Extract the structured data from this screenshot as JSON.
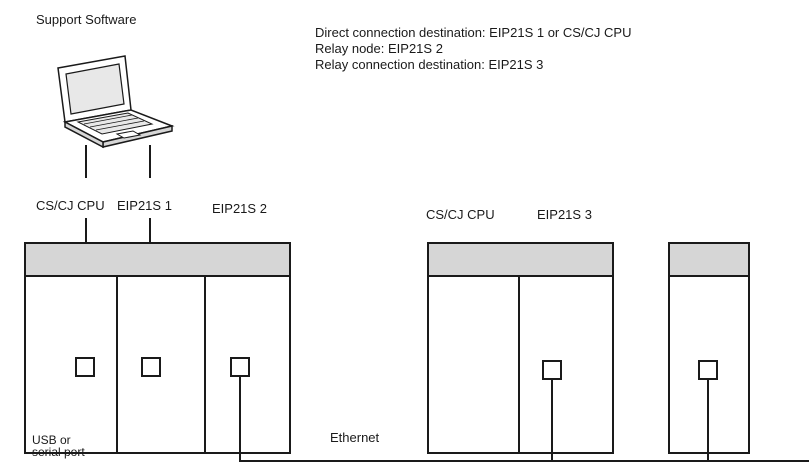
{
  "labels": {
    "support_software": "Support Software",
    "cs_cj_cpu_left": "CS/CJ CPU",
    "eip21s_1": "EIP21S 1",
    "eip21s_2": "EIP21S 2",
    "cs_cj_cpu_right": "CS/CJ CPU",
    "eip21s_3": "EIP21S 3",
    "ethernet": "Ethernet",
    "usb_line1": "USB or",
    "usb_line2": "serial port"
  },
  "legend": [
    "Direct connection destination: EIP21S 1 or CS/CJ CPU",
    "Relay node: EIP21S 2",
    "Relay connection destination: EIP21S 3"
  ],
  "colors": {
    "line": "#1a1a1a",
    "header_fill": "#d6d6d6",
    "screen_fill": "#e8e8e8"
  }
}
